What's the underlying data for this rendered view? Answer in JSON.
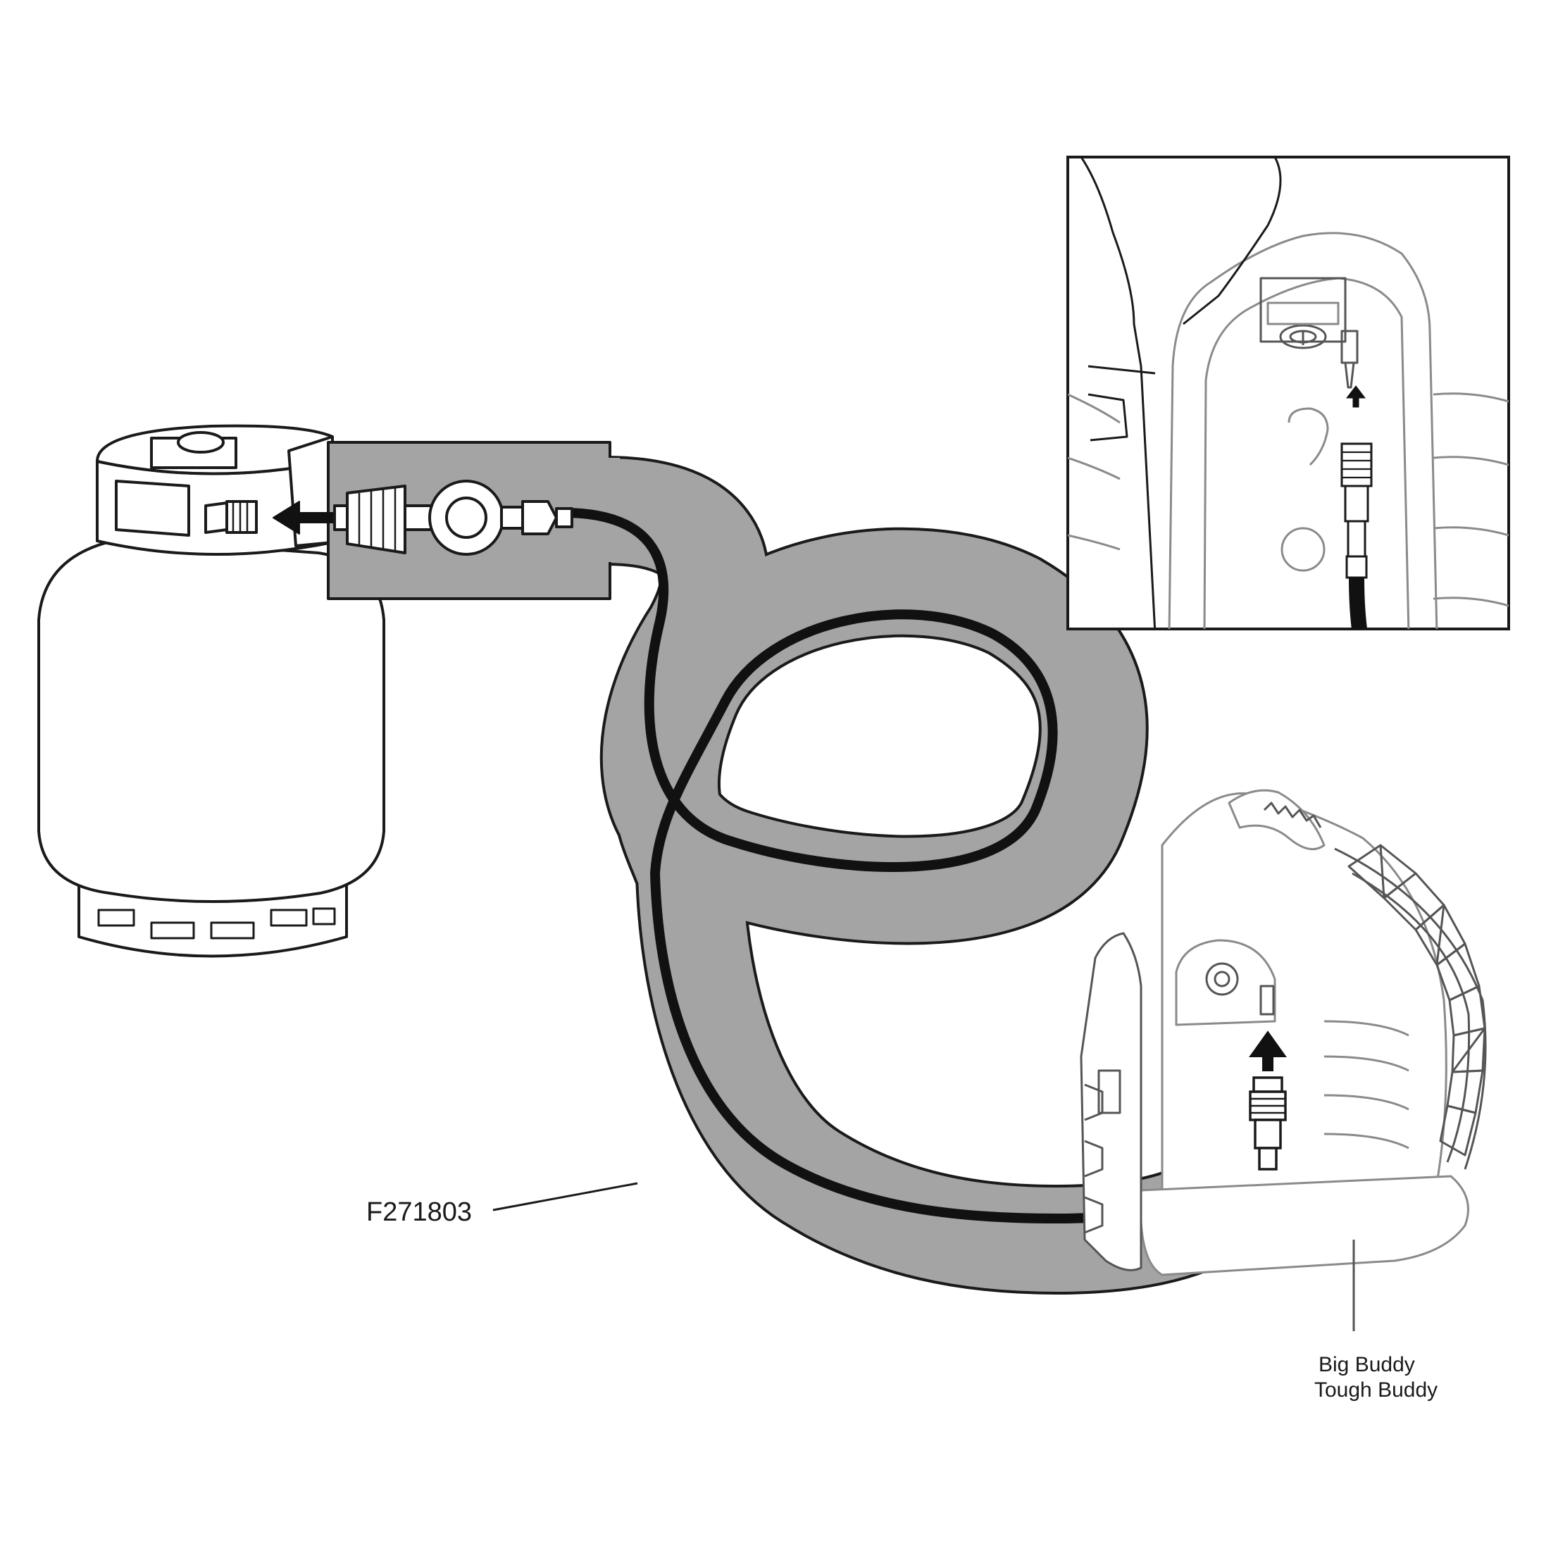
{
  "diagram": {
    "part_number_label": "F271803",
    "heater_model_lines": [
      "Big Buddy",
      "Tough Buddy"
    ],
    "colors": {
      "background": "#ffffff",
      "hose_band": "#a4a4a4",
      "hose_core": "#111111",
      "outline": "#1a1a1a",
      "heater_outline": "#8a8a8a",
      "tank_fill": "#ffffff"
    },
    "components": [
      "propane-tank",
      "regulator",
      "hose-assembly",
      "heater",
      "detail-inset"
    ]
  }
}
